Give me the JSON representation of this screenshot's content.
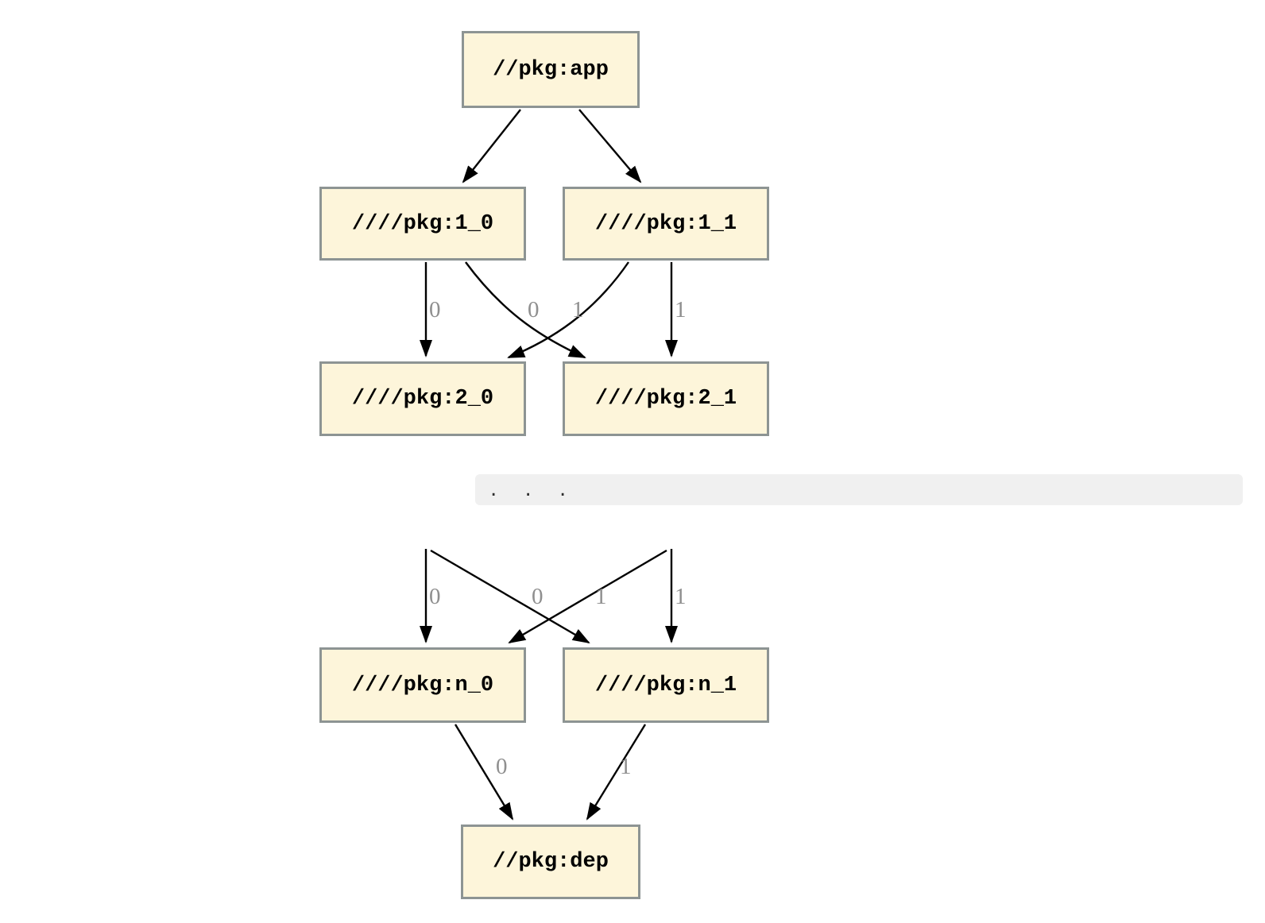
{
  "colors": {
    "node_fill": "#fdf5da",
    "node_border": "#8d9493",
    "edge": "#000000",
    "edge_label": "#8f8f8f",
    "ellipsis_bar_bg": "#f0f0f0",
    "ellipsis_text": "#2f2f2f",
    "background": "#ffffff"
  },
  "graph": {
    "nodes": [
      {
        "id": "app",
        "label": "//pkg:app"
      },
      {
        "id": "1_0",
        "label": "////pkg:1_0"
      },
      {
        "id": "1_1",
        "label": "////pkg:1_1"
      },
      {
        "id": "2_0",
        "label": "////pkg:2_0"
      },
      {
        "id": "2_1",
        "label": "////pkg:2_1"
      },
      {
        "id": "n_0",
        "label": "////pkg:n_0"
      },
      {
        "id": "n_1",
        "label": "////pkg:n_1"
      },
      {
        "id": "dep",
        "label": "//pkg:dep"
      }
    ],
    "ellipsis": ". . .",
    "edges": [
      {
        "from": "app",
        "to": "1_0",
        "label": ""
      },
      {
        "from": "app",
        "to": "1_1",
        "label": ""
      },
      {
        "from": "1_0",
        "to": "2_0",
        "label": "0"
      },
      {
        "from": "1_0",
        "to": "2_1",
        "label": "1"
      },
      {
        "from": "1_1",
        "to": "2_0",
        "label": "0"
      },
      {
        "from": "1_1",
        "to": "2_1",
        "label": "1"
      },
      {
        "from": "ellipsis",
        "to": "n_0",
        "label": "0"
      },
      {
        "from": "ellipsis",
        "to": "n_1",
        "label": "1"
      },
      {
        "from": "ellipsis-cross",
        "to": "n_0",
        "label": "0"
      },
      {
        "from": "ellipsis-cross",
        "to": "n_1",
        "label": "1"
      },
      {
        "from": "n_0",
        "to": "dep",
        "label": "0"
      },
      {
        "from": "n_1",
        "to": "dep",
        "label": "1"
      }
    ]
  }
}
